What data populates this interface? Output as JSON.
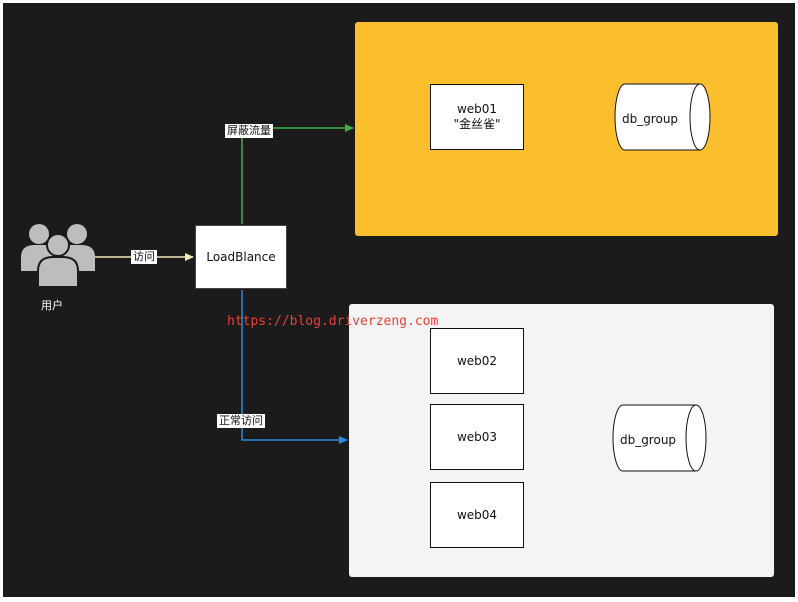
{
  "colors": {
    "canvas_bg": "#1b1b1b",
    "canary_panel": "#fbbf2e",
    "normal_panel": "#f4f4f4",
    "arrow_visit": "#f5e6b8",
    "arrow_block": "#3fae49",
    "arrow_normal": "#2a8be0",
    "watermark": "#e8413a",
    "users_icon": "#bdbdbd"
  },
  "users": {
    "icon": "users-icon",
    "label": "用户"
  },
  "edges": {
    "visit_label": "访问",
    "block_label": "屏蔽流量",
    "normal_label": "正常访问"
  },
  "load_balancer": {
    "label": "LoadBlance"
  },
  "canary_group": {
    "web": {
      "name": "web01",
      "tag": "\"金丝雀\""
    },
    "db": {
      "label": "db_group"
    }
  },
  "normal_group": {
    "webs": [
      {
        "name": "web02"
      },
      {
        "name": "web03"
      },
      {
        "name": "web04"
      }
    ],
    "db": {
      "label": "db_group"
    }
  },
  "watermark": "https://blog.driverzeng.com"
}
